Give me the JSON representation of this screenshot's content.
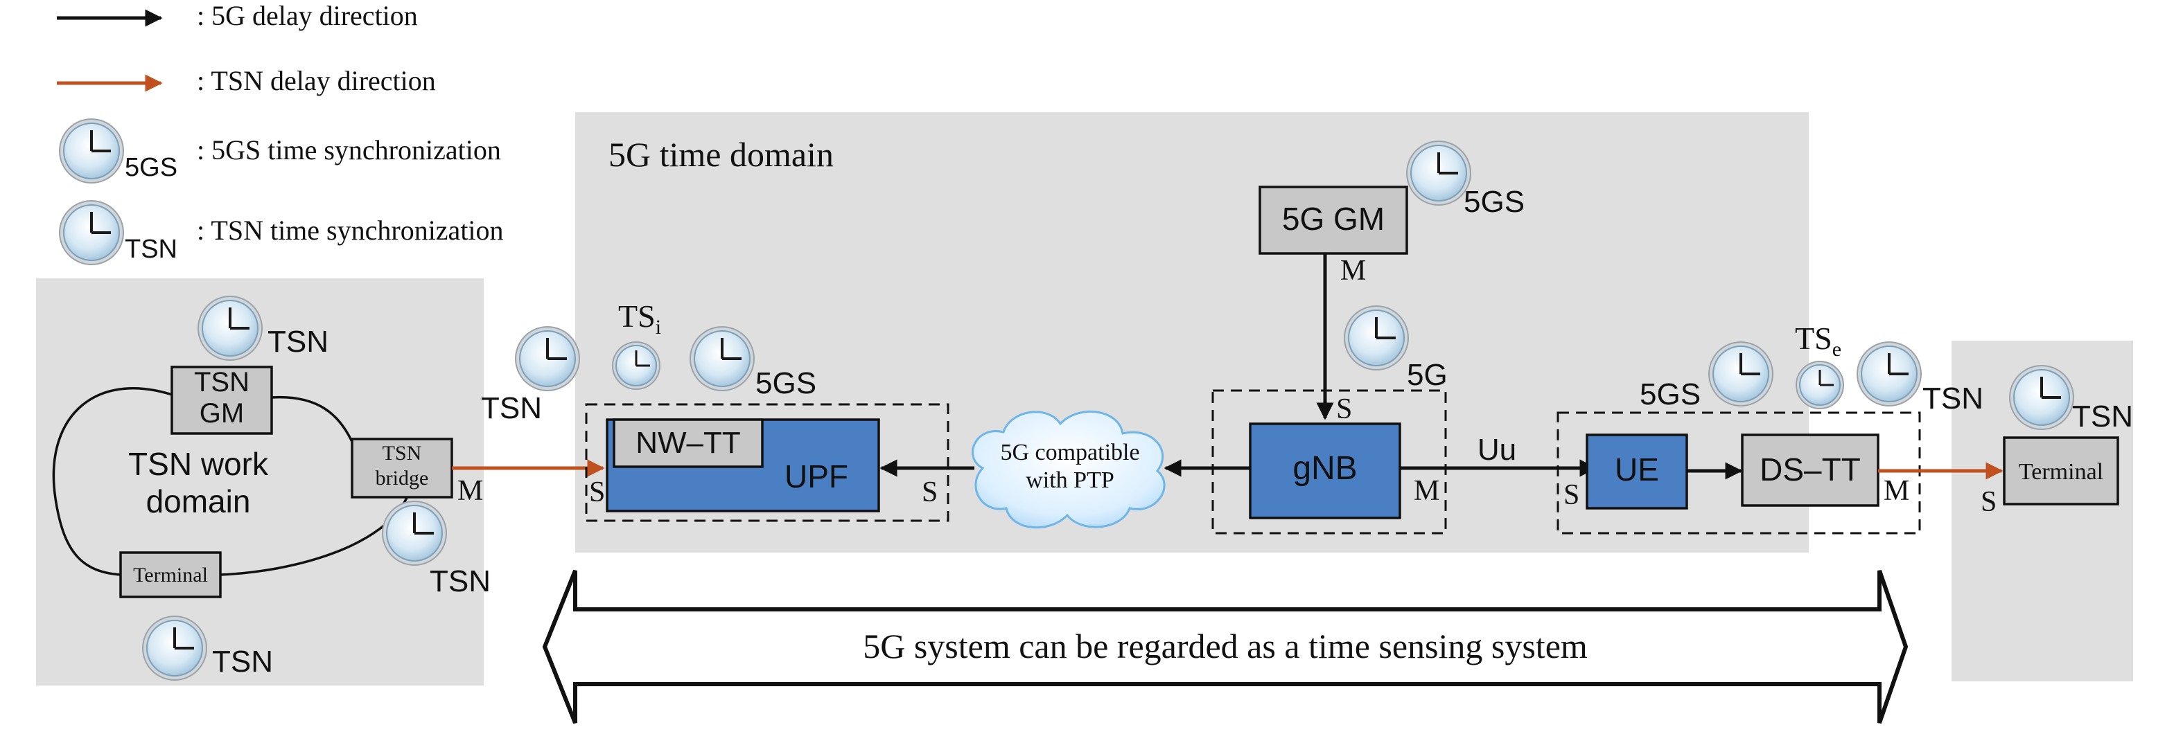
{
  "legend": {
    "items": [
      {
        "label": ": 5G delay direction",
        "icon": "black-arrow-icon"
      },
      {
        "label": ": TSN delay direction",
        "icon": "orange-arrow-icon"
      },
      {
        "label": ": 5GS time synchronization",
        "icon": "clock-icon",
        "sub": "5GS"
      },
      {
        "label": ": TSN time synchronization",
        "icon": "clock-icon",
        "sub": "TSN"
      }
    ]
  },
  "domains": {
    "g5": "5G time domain",
    "tsn_work": [
      "TSN work",
      "domain"
    ]
  },
  "nodes": {
    "tsn_gm": [
      "TSN",
      "GM"
    ],
    "tsn_bridge": [
      "TSN",
      "bridge"
    ],
    "terminal_left": "Terminal",
    "nw_tt": "NW–TT",
    "upf": "UPF",
    "cloud": [
      "5G compatible",
      "with PTP"
    ],
    "gnb": "gNB",
    "gm5g": "5G GM",
    "ue": "UE",
    "ds_tt": "DS–TT",
    "terminal_right": "Terminal"
  },
  "labels": {
    "tsn": "TSN",
    "g5s": "5GS",
    "g5": "5G",
    "ts": "TS",
    "ts_i_sub": "i",
    "ts_e_sub": "e",
    "master": "M",
    "slave": "S",
    "uu": "Uu"
  },
  "banner": "5G system can be regarded as a time sensing system",
  "colors": {
    "domain_bg": "#dfdfdf",
    "blue_box": "#4a7fc4",
    "gray_box": "#c8c8c8",
    "tsn_arrow": "#c0501f",
    "clock_face": "#c9dfee",
    "line": "#111111"
  }
}
